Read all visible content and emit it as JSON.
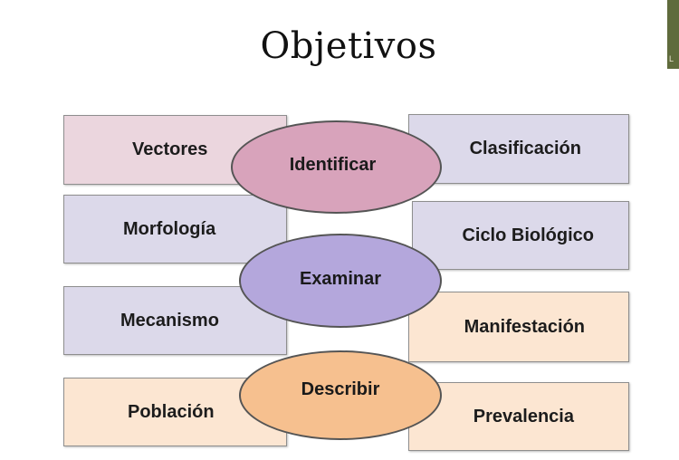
{
  "title": "Objetivos",
  "corner_thumbnail": {
    "text": "L"
  },
  "rows": [
    {
      "left": {
        "label": "Vectores",
        "color": "#ebd6de"
      },
      "center": {
        "label": "Identificar",
        "color": "#d8a3bb"
      },
      "right": {
        "label": "Clasificación",
        "color": "#dcd9ea"
      }
    },
    {
      "left": {
        "label": "Morfología",
        "color": "#dcd9ea"
      },
      "center": {
        "label": "Examinar",
        "color": "#b4a7dc"
      },
      "right": {
        "label": "Ciclo Biológico",
        "color": "#dcd9ea"
      },
      "left2": {
        "label": "Mecanismo",
        "color": "#dcd9ea"
      },
      "right2": {
        "label": "Manifestación",
        "color": "#fce6d2"
      }
    },
    {
      "left": {
        "label": "Población",
        "color": "#fce6d2"
      },
      "center": {
        "label": "Describir",
        "color": "#f6c08f"
      },
      "right": {
        "label": "Prevalencia",
        "color": "#fce6d2"
      }
    }
  ]
}
